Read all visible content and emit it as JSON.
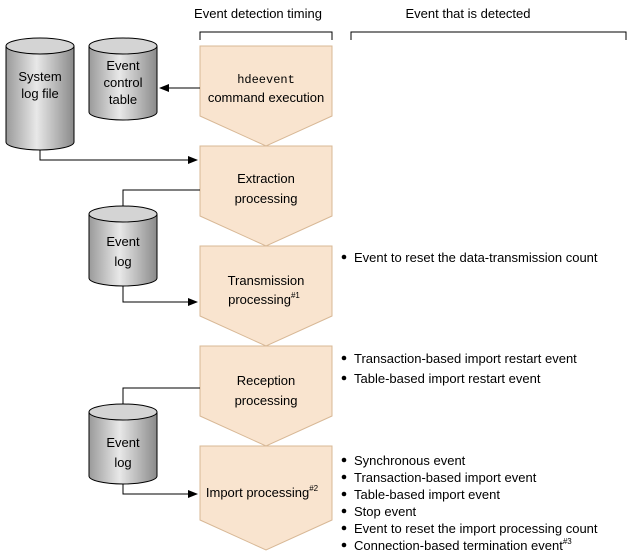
{
  "headers": {
    "timing": "Event detection timing",
    "detected": "Event that is detected"
  },
  "cylinders": {
    "system_log": [
      "System",
      "log file"
    ],
    "event_control": [
      "Event",
      "control",
      "table"
    ],
    "event_log_1": [
      "Event",
      "log"
    ],
    "event_log_2": [
      "Event",
      "log"
    ]
  },
  "steps": {
    "command": {
      "code": "hdeevent",
      "text": "command execution"
    },
    "extraction": [
      "Extraction",
      "processing"
    ],
    "transmission": {
      "line1": "Transmission",
      "line2": "processing",
      "note": "#1"
    },
    "reception": [
      "Reception",
      "processing"
    ],
    "import": {
      "text": "Import processing",
      "note": "#2"
    }
  },
  "events": {
    "transmission": [
      "Event to reset the data-transmission count"
    ],
    "reception": [
      "Transaction-based import restart event",
      "Table-based import restart event"
    ],
    "import": [
      "Synchronous event",
      "Transaction-based import event",
      "Table-based import event",
      "Stop event",
      "Event to reset the import processing count",
      "Connection-based termination event"
    ],
    "import_last_note": "#3"
  },
  "colors": {
    "pentagon_fill": "#f9e4cf",
    "pentagon_stroke": "#d8b896",
    "cylinder_fill": "#c8c8c8",
    "cylinder_stroke": "#000000"
  }
}
